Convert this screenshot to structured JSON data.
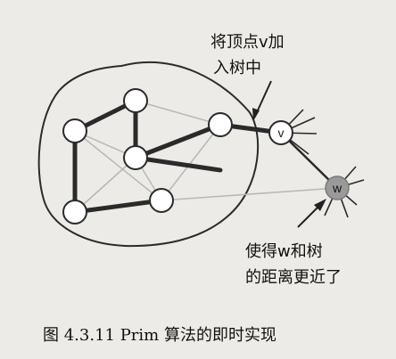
{
  "figure": {
    "callout_add_line1": "将顶点v加",
    "callout_add_line2": "入树中",
    "callout_closer_line1": "使得w和树",
    "callout_closer_line2": "的距离更近了",
    "caption": "图 4.3.11    Prim 算法的即时实现",
    "vertex_v_label": "v",
    "vertex_w_label": "w"
  }
}
